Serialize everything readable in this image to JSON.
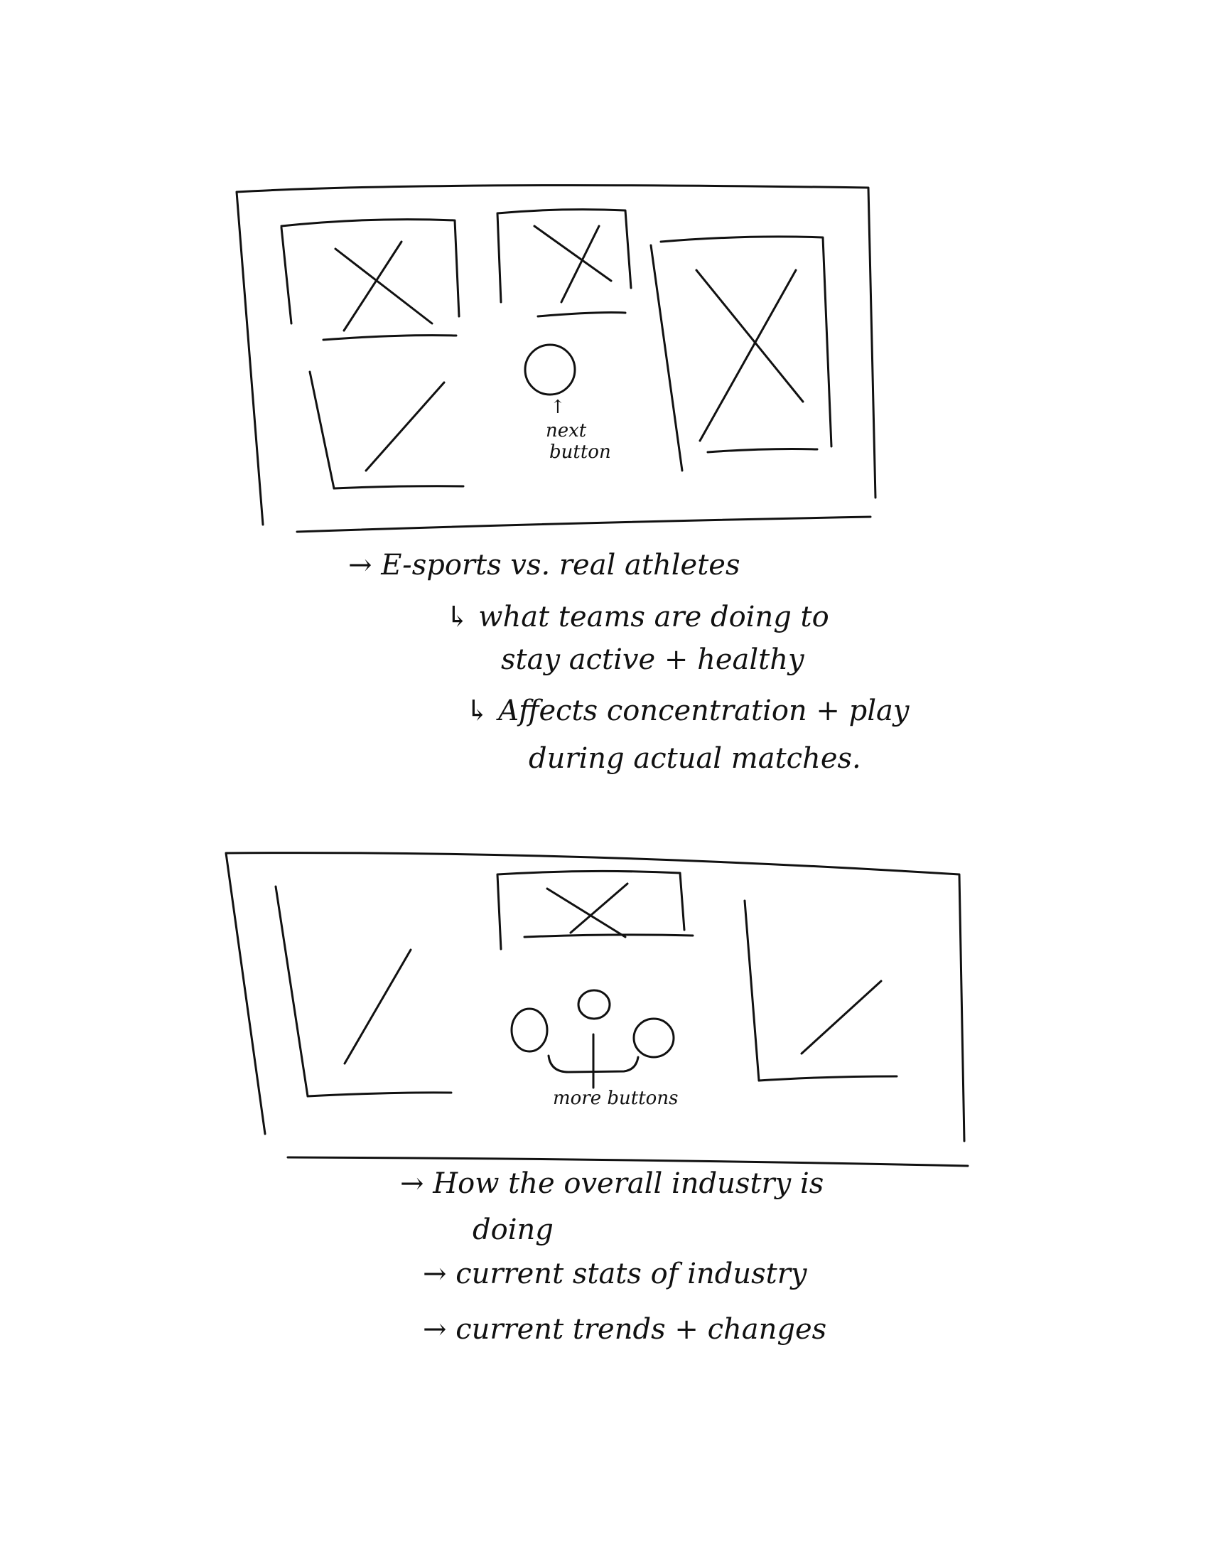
{
  "wireframe_1": {
    "annotation_arrow": "↑",
    "annotation_line1": "next",
    "annotation_line2": "button",
    "notes": [
      "→ E-sports vs. real athletes",
      "↳ what teams are doing to",
      "stay active + healthy",
      "↳ Affects concentration + play",
      "during actual matches."
    ]
  },
  "wireframe_2": {
    "annotation": "more buttons",
    "notes": [
      "→ How the overall industry is",
      "doing",
      "→ current stats of industry",
      "→ current trends + changes"
    ]
  }
}
